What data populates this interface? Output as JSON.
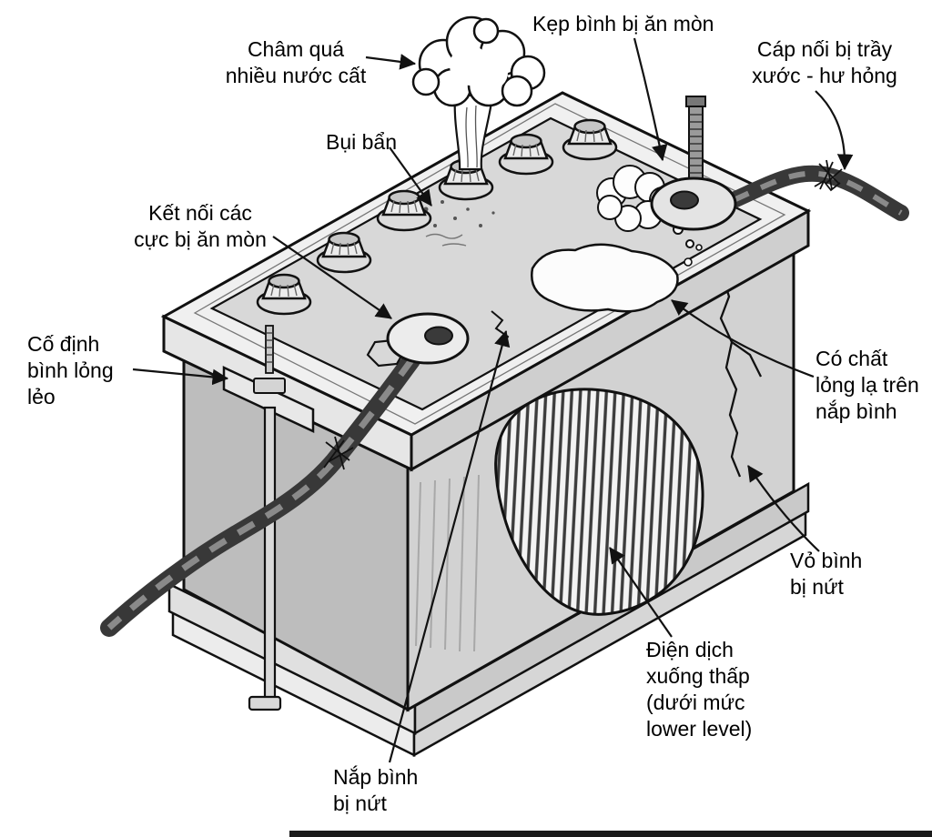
{
  "labels": [
    {
      "id": "overfilled-distilled-water",
      "text": "Châm quá\nnhiều nước cất"
    },
    {
      "id": "clamp-corroded",
      "text": "Kẹp bình bị ăn mòn"
    },
    {
      "id": "cable-scratched-damaged",
      "text": "Cáp nối bị trầy\nxước - hư hỏng"
    },
    {
      "id": "dirt",
      "text": "Bụi bẩn"
    },
    {
      "id": "terminal-connections-corroded",
      "text": "Kết nối các\ncực bị ăn mòn"
    },
    {
      "id": "hold-down-loose",
      "text": "Cố định\nbình lỏng\nlẻo"
    },
    {
      "id": "strange-liquid-on-lid",
      "text": "Có chất\nlỏng lạ trên\nnắp bình"
    },
    {
      "id": "case-cracked",
      "text": "Vỏ bình\nbị nứt"
    },
    {
      "id": "electrolyte-low",
      "text": "Điện dịch\nxuống thấp\n(dưới mức\nlower level)"
    },
    {
      "id": "cap-cracked",
      "text": "Nắp bình\nbị nứt"
    }
  ],
  "palette": {
    "ink": "#111111",
    "background": "#ffffff",
    "case_light": "#f0f0f0",
    "case_mid": "#d2d2d2",
    "case_dark": "#bdbdbd",
    "cable": "#383838"
  }
}
